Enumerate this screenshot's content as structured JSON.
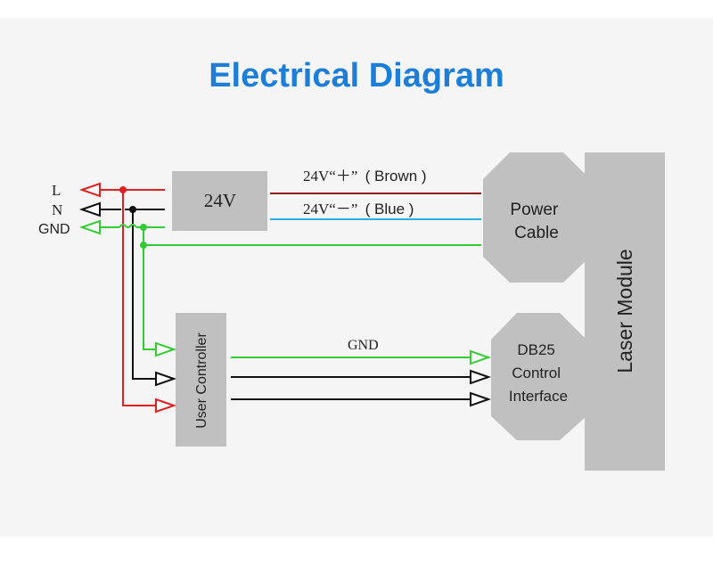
{
  "title": "Electrical Diagram",
  "inputs": {
    "l": "L",
    "n": "N",
    "gnd": "GND"
  },
  "boxes": {
    "psu": "24V",
    "power_cable": [
      "Power",
      "Cable"
    ],
    "db25": [
      "DB25",
      "Control",
      "Interface"
    ],
    "laser_module": "Laser Module",
    "user_controller": "User Controller"
  },
  "wires": {
    "positive": {
      "prefix": "24V“＋”",
      "name": "( Brown )"
    },
    "negative": {
      "prefix": "24V“－”",
      "name": "( Blue )"
    },
    "gnd": "GND"
  },
  "colors": {
    "title": "#1c7ed6",
    "live": "#e02020",
    "neutral": "#111111",
    "ground": "#33cc33",
    "brown": "#8b1a1a",
    "blue": "#2ab0e0",
    "box": "#c0c0c0"
  }
}
